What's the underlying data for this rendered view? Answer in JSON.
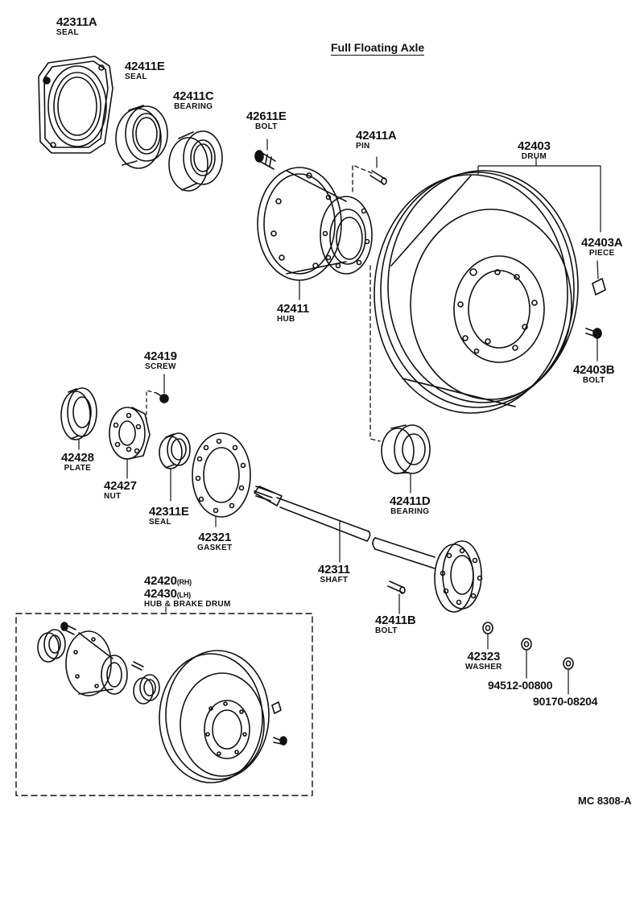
{
  "title": "Full Floating Axle",
  "figure_code": "MC  8308-A",
  "parts": {
    "p42311A": {
      "number": "42311A",
      "name": "SEAL"
    },
    "p42411E": {
      "number": "42411E",
      "name": "SEAL"
    },
    "p42411C": {
      "number": "42411C",
      "name": "BEARING"
    },
    "p42611E": {
      "number": "42611E",
      "name": "BOLT"
    },
    "p42411A": {
      "number": "42411A",
      "name": "PIN"
    },
    "p42403": {
      "number": "42403",
      "name": "DRUM"
    },
    "p42403A": {
      "number": "42403A",
      "name": "PIECE"
    },
    "p42411": {
      "number": "42411",
      "name": "HUB"
    },
    "p42403B": {
      "number": "42403B",
      "name": "BOLT"
    },
    "p42419": {
      "number": "42419",
      "name": "SCREW"
    },
    "p42428": {
      "number": "42428",
      "name": "PLATE"
    },
    "p42427": {
      "number": "42427",
      "name": "NUT"
    },
    "p42311E": {
      "number": "42311E",
      "name": "SEAL"
    },
    "p42321": {
      "number": "42321",
      "name": "GASKET"
    },
    "p42411D": {
      "number": "42411D",
      "name": "BEARING"
    },
    "p42311": {
      "number": "42311",
      "name": "SHAFT"
    },
    "p42411B": {
      "number": "42411B",
      "name": "BOLT"
    },
    "p42323": {
      "number": "42323",
      "name": "WASHER"
    },
    "p94512": {
      "number": "94512-00800"
    },
    "p90170": {
      "number": "90170-08204"
    },
    "assembly": {
      "number_rh": "42420",
      "suffix_rh": "(RH)",
      "number_lh": "42430",
      "suffix_lh": "(LH)",
      "name": "HUB & BRAKE DRUM"
    }
  }
}
